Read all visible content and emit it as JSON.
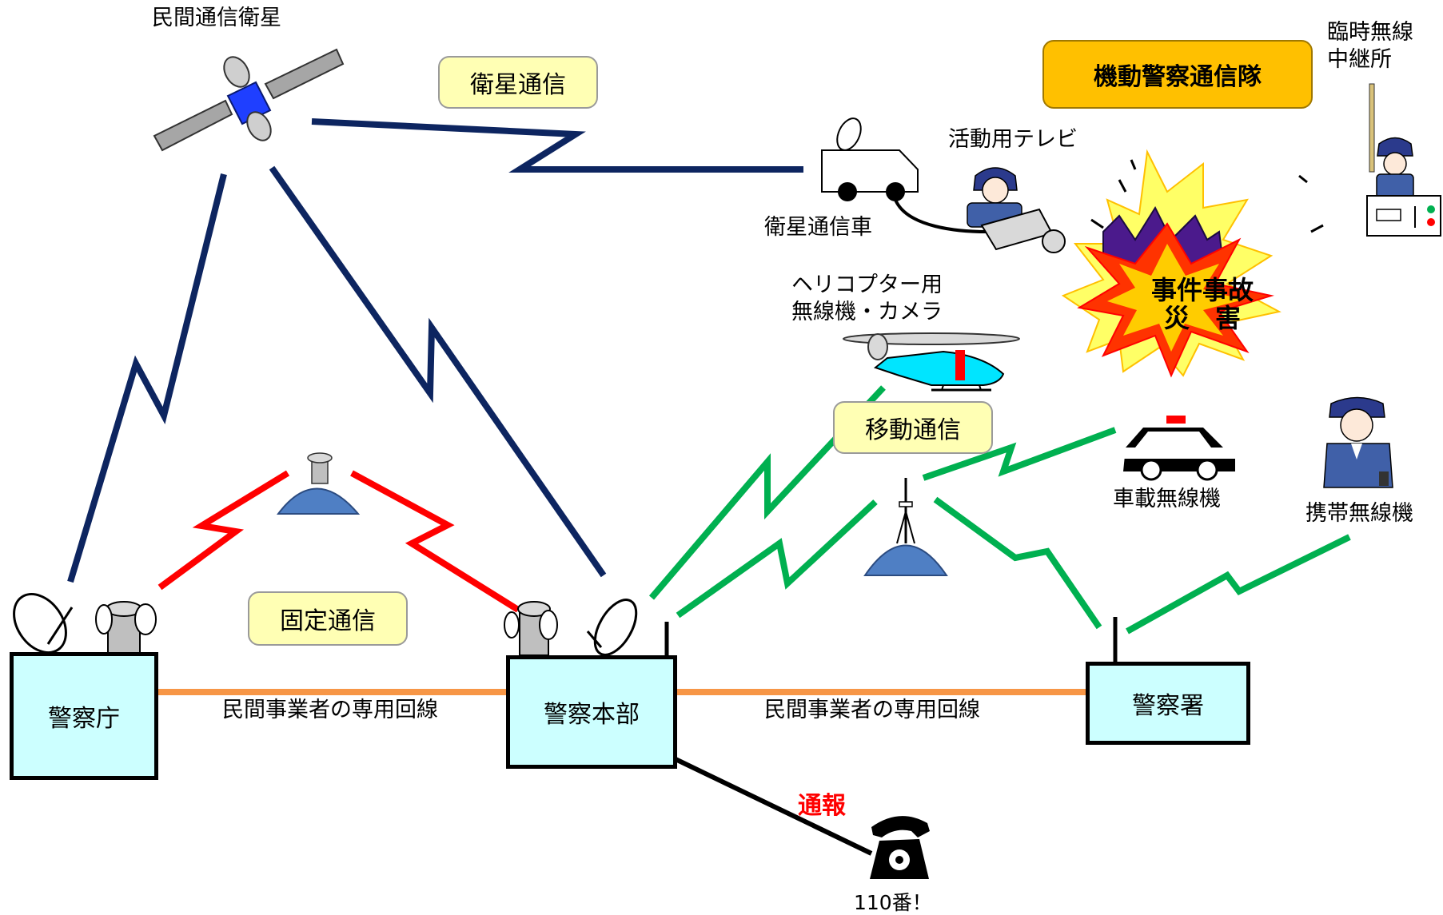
{
  "labels": {
    "satellite": "民間通信衛星",
    "satellite_comm": "衛星通信",
    "mobile_unit": "機動警察通信隊",
    "temp_relay_line1": "臨時無線",
    "temp_relay_line2": "中継所",
    "activity_tv": "活動用テレビ",
    "satellite_car": "衛星通信車",
    "heli_line1": "ヘリコプター用",
    "heli_line2": "無線機・カメラ",
    "incident_line1": "事件事故",
    "incident_line2": "災　害",
    "mobile_comm": "移動通信",
    "car_radio": "車載無線機",
    "portable_radio": "携帯無線機",
    "fixed_comm": "固定通信",
    "npa": "警察庁",
    "hq": "警察本部",
    "station": "警察署",
    "leased_line_1": "民間事業者の専用回線",
    "leased_line_2": "民間事業者の専用回線",
    "report": "通報",
    "emergency_110": "110番！"
  },
  "colors": {
    "satellite_link": "#0d2560",
    "fixed_link": "#ff0000",
    "mobile_link": "#00b050",
    "leased_line": "#f79646",
    "station_fill": "#ccffff",
    "label_box": "#ffffb4",
    "mobile_unit_box": "#ffc000",
    "report_text": "#ff0000"
  },
  "icons": {
    "satellite": "satellite-icon",
    "satellite_car": "satellite-truck-icon",
    "helicopter": "helicopter-icon",
    "police_car": "police-car-icon",
    "officer": "police-officer-icon",
    "relay_tower": "radio-tower-icon",
    "telephone": "telephone-icon",
    "explosion": "explosion-icon"
  }
}
